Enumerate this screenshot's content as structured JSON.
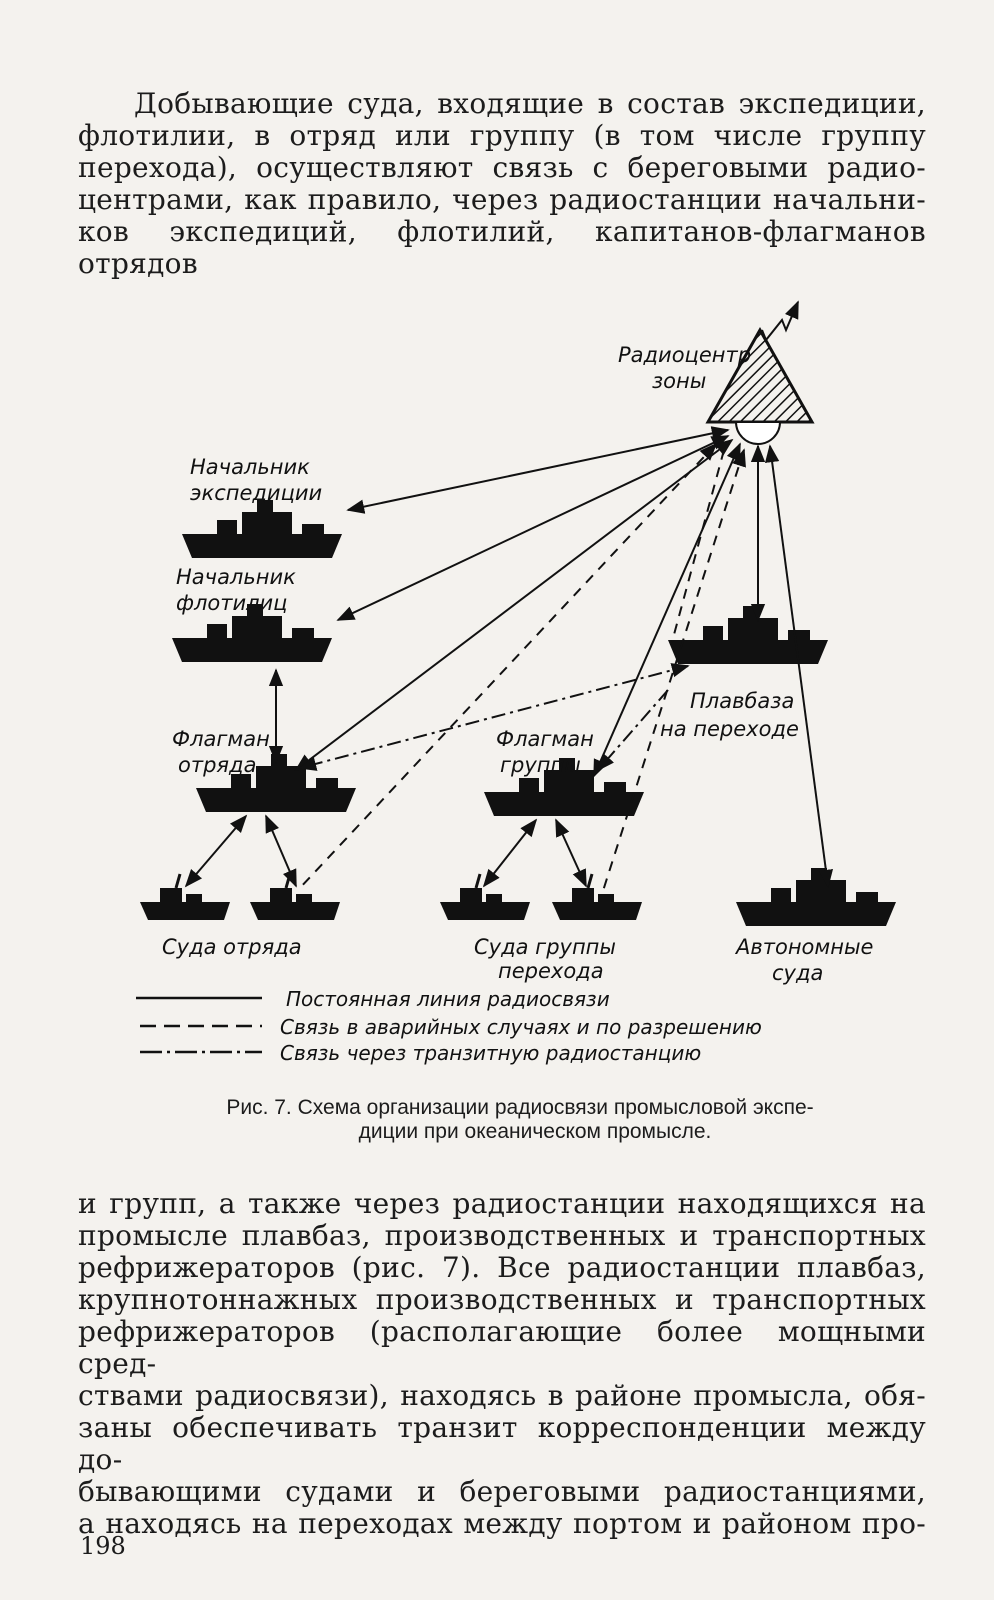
{
  "paragraph_top": [
    "Добывающие суда, входящие в состав экспедиции,",
    "флотилии, в отряд или группу (в том числе группу",
    "перехода), осуществляют связь с береговыми радио-",
    "центрами, как правило, через радиостанции начальни-",
    "ков экспедиций, флотилий, капитанов-флагманов отрядов"
  ],
  "diagram": {
    "radiocenter_label": [
      "Радиоцентр",
      "зоны"
    ],
    "expedition_chief_label": [
      "Начальник",
      "экспедиции"
    ],
    "flotilla_chief_label": [
      "Начальник",
      "флотилиц"
    ],
    "detachment_flagship_label": [
      "Флагман",
      "отряда"
    ],
    "group_flagship_label": [
      "Флагман",
      "группы"
    ],
    "floating_base_label": [
      "Плавбаза",
      "на переходе"
    ],
    "detachment_vessels_label": [
      "Суда отряда"
    ],
    "group_vessels_label": [
      "Суда группы",
      "перехода"
    ],
    "autonomous_vessels_label": [
      "Автономные",
      "суда"
    ],
    "legend": [
      {
        "style": "solid",
        "label": "Постоянная линия радиосвязи"
      },
      {
        "style": "dashed",
        "label": "Связь в аварийных случаях и по разрешению"
      },
      {
        "style": "dashdot",
        "label": "Связь через транзитную радиостанцию"
      }
    ]
  },
  "caption": {
    "line1": "Рис. 7. Схема организации радиосвязи промысловой экспе-",
    "line2": "диции при океаническом промысле."
  },
  "paragraph_bottom": [
    "и групп, а также через радиостанции находящихся на",
    "промысле плавбаз, производственных и транспортных",
    "рефрижераторов (рис. 7). Все радиостанции плавбаз,",
    "крупнотоннажных производственных и транспортных",
    "рефрижераторов (располагающие более мощными сред-",
    "ствами радиосвязи), находясь в районе промысла, обя-",
    "заны обеспечивать транзит корреспонденции между до-",
    "бывающими судами и береговыми радиостанциями,",
    "а находясь на переходах между портом и районом про-"
  ],
  "page_number": "198",
  "colors": {
    "ink": "#111111",
    "paper": "#f4f2ee"
  }
}
